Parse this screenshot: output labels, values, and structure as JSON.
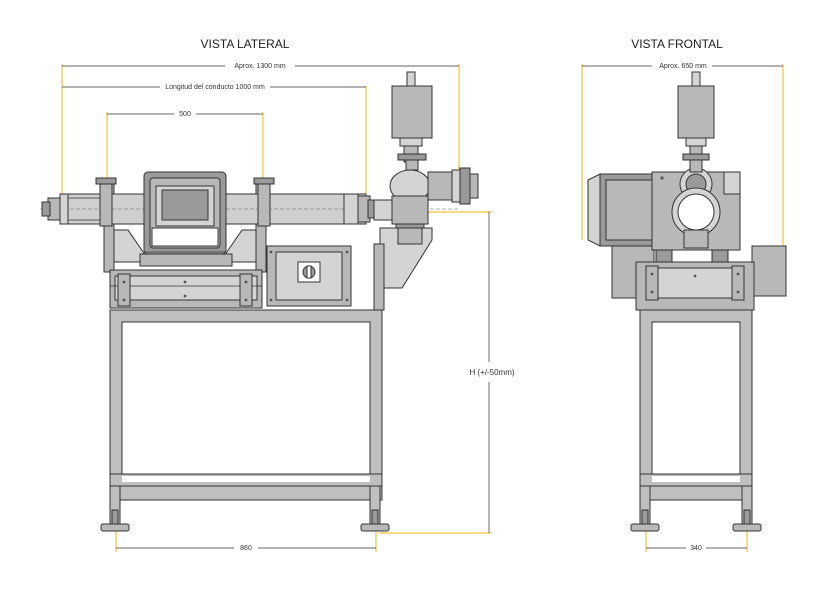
{
  "views": {
    "lateral": {
      "title": "VISTA LATERAL"
    },
    "frontal": {
      "title": "VISTA FRONTAL"
    }
  },
  "dimensions": {
    "lateral_total": "Aprox. 1300 mm",
    "conduit_length": "Longitud del conducto 1000 mm",
    "flange_spacing": "500",
    "height": "H (+/-50mm)",
    "lateral_base": "860",
    "frontal_total": "Aprox. 650 mm",
    "frontal_base": "340"
  },
  "colors": {
    "dimension_lines": "#f2b705",
    "frame": "#bfbfbf",
    "outline": "#333333"
  }
}
